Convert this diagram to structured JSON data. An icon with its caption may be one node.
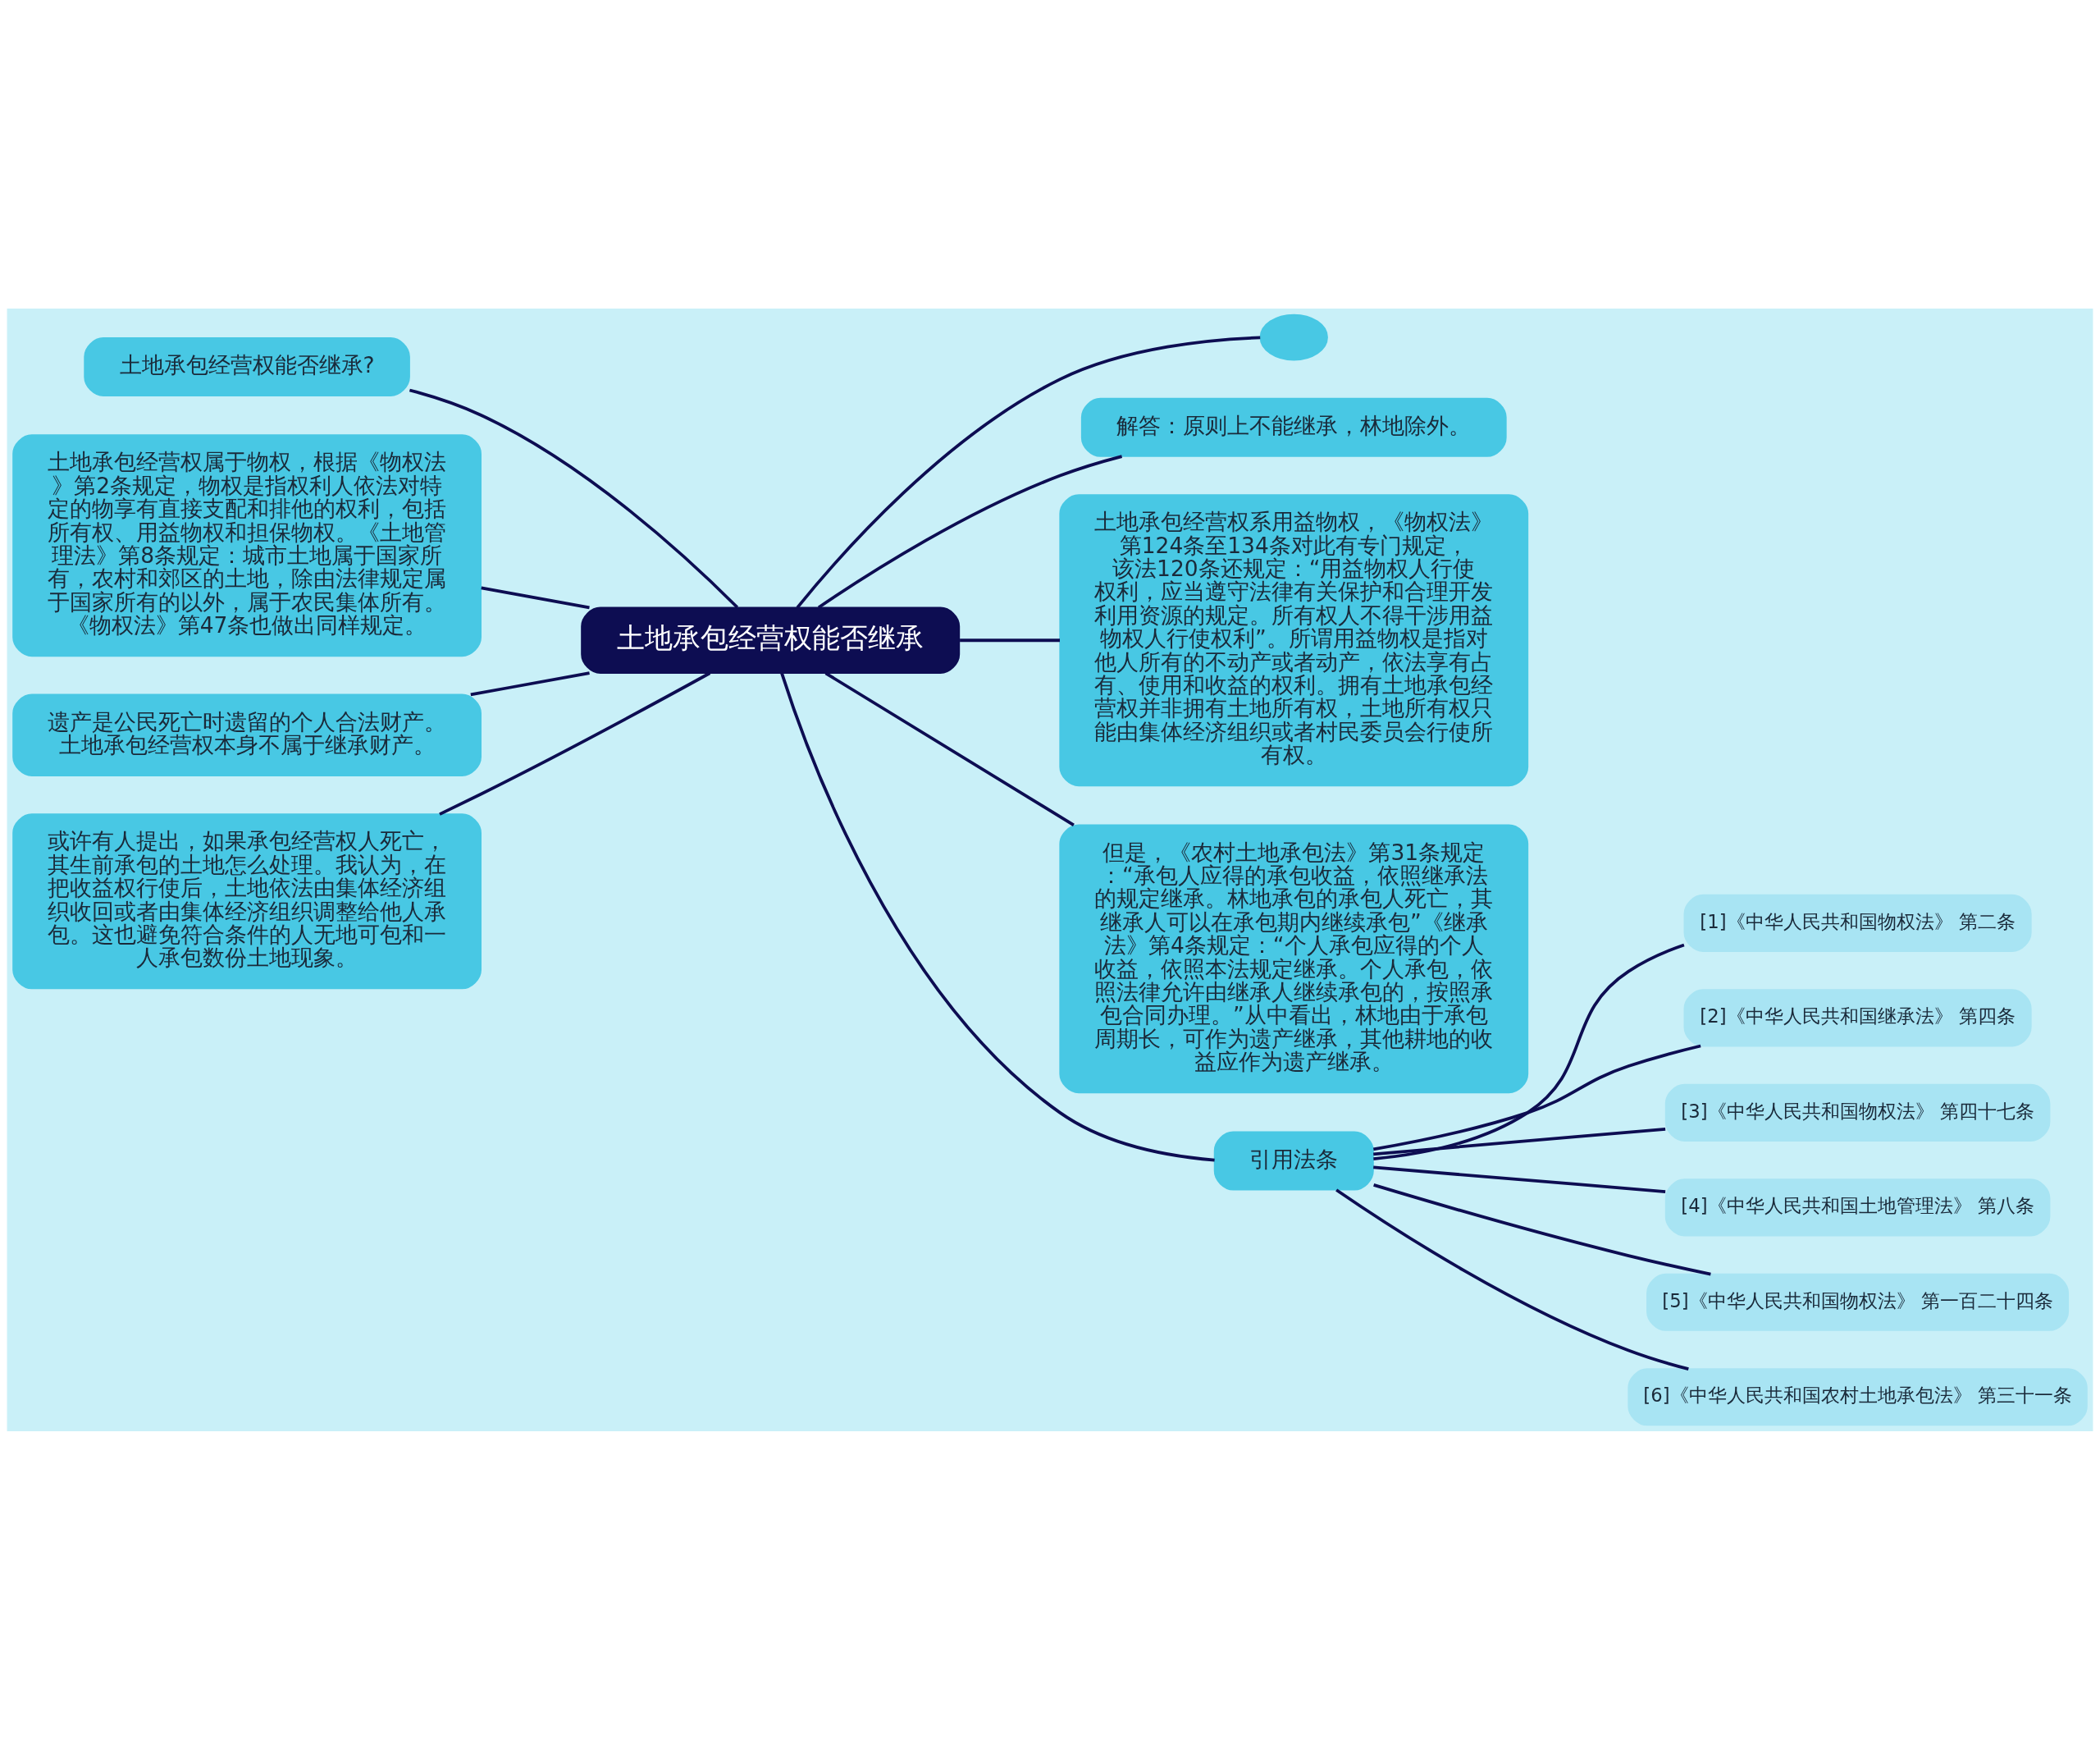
{
  "diagram": {
    "nodes": [
      {
        "text": [
          "土地承包经营权能否继承"
        ]
      },
      {
        "text": [],
        "shape": "ellipse"
      },
      {
        "text": [
          "解答：原则上不能继承，林地除外。"
        ]
      },
      {
        "text": [
          "土地承包经营权系用益物权，《物权法》第124条至134条对此有专门规定，该法120条还规定：“用益物权人行使权利，应当遵守法律有关保护和合理开发利用资源的规定。所有权人不得干涉用益物权人行使权利”。所谓用益物权是指对他人所有的不动产或者动产，依法享有占有、使用和收益的权利。拥有土地承包经营权并非拥有土地所有权，土地所有权只能由集体经济组织或者村民委员会行使所有权。"
        ]
      },
      {
        "text": [
          "但是，《农村土地承包法》第31条规定：“承包人应得的承包收益，依照继承法的规定继承。林地承包的承包人死亡，其继承人可以在承包期内继续承包”《继承法》第4条规定：“个人承包应得的个人收益，依照本法规定继承。个人承包，依照法律允许由继承人继续承包的，按照承包合同办理。”从中看出，林地由于承包周期长，可作为遗产继承，其他耕地的收益应作为遗产继承。"
        ]
      },
      {
        "text": [
          "引用法条"
        ]
      },
      {
        "text": [
          "[1]《中华人民共和国物权法》 第二条"
        ]
      },
      {
        "text": [
          "[2]《中华人民共和国继承法》 第四条"
        ]
      },
      {
        "text": [
          "[3]《中华人民共和国物权法》 第四十七条"
        ]
      },
      {
        "text": [
          "[4]《中华人民共和国土地管理法》 第八条"
        ]
      },
      {
        "text": [
          "[5]《中华人民共和国物权法》 第一百二十四条"
        ]
      },
      {
        "text": [
          "[6]《中华人民共和国农村土地承包法》 第三十一条"
        ]
      },
      {
        "text": [
          "土地承包经营权能否继承?"
        ]
      },
      {
        "text": [
          "土地承包经营权属于物权，根据《物权法》第2条规定，物权是指权利人依法对特定的物享有直接支配和排他的权利，包括所有权、用益物权和担保物权。《土地管理法》第8条规定：城市土地属于国家所有，农村和郊区的土地，除由法律规定属于国家所有的以外，属于农民集体所有。《物权法》第47条也做出同样规定。"
        ]
      },
      {
        "text": [
          "遗产是公民死亡时遗留的个人合法财产。土地承包经营权本身不属于继承财产。"
        ]
      },
      {
        "text": [
          "或许有人提出，如果承包经营权人死亡，其生前承包的土地怎么处理。我认为，在把收益权行使后，土地依法由集体经济组织收回或者由集体经济组织调整给他人承包。这也避免符合条件的人无地可包和一人承包数份土地现象。"
        ]
      }
    ],
    "edges": [
      {
        "from": 0,
        "to": 1,
        "arrow": "none"
      },
      {
        "from": 0,
        "to": 2,
        "arrow": "none"
      },
      {
        "from": 0,
        "to": 3,
        "arrow": "none"
      },
      {
        "from": 0,
        "to": 4,
        "arrow": "none"
      },
      {
        "from": 0,
        "to": 5,
        "arrow": "none"
      },
      {
        "from": 5,
        "to": 6,
        "arrow": "none"
      },
      {
        "from": 5,
        "to": 7,
        "arrow": "none"
      },
      {
        "from": 5,
        "to": 8,
        "arrow": "none"
      },
      {
        "from": 5,
        "to": 9,
        "arrow": "none"
      },
      {
        "from": 5,
        "to": 10,
        "arrow": "none"
      },
      {
        "from": 5,
        "to": 11,
        "arrow": "none"
      },
      {
        "from": 0,
        "to": 12,
        "arrow": "none"
      },
      {
        "from": 0,
        "to": 13,
        "arrow": "none"
      },
      {
        "from": 0,
        "to": 14,
        "arrow": "none"
      },
      {
        "from": 0,
        "to": 15,
        "arrow": "none"
      }
    ]
  }
}
